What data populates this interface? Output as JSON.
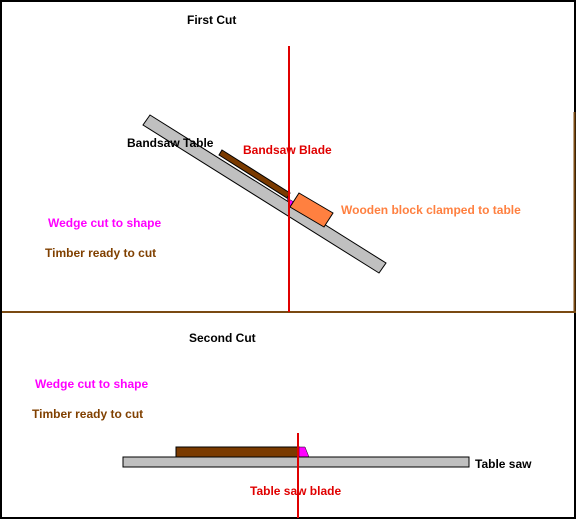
{
  "first_cut": {
    "title": "First Cut",
    "bandsaw_table_label": "Bandsaw Table",
    "bandsaw_blade_label": "Bandsaw Blade",
    "wooden_block_label": "Wooden block clamped to table",
    "wedge_label": "Wedge cut to shape",
    "timber_label": "Timber ready to cut"
  },
  "second_cut": {
    "title": "Second Cut",
    "wedge_label": "Wedge cut to shape",
    "timber_label": "Timber ready to cut",
    "table_saw_label": "Table saw",
    "table_saw_blade_label": "Table saw blade"
  },
  "colors": {
    "border": "#000000",
    "divider": "#7a4a12",
    "blade": "#e00000",
    "timber": "#7a3a00",
    "timber_label": "#804000",
    "wedge": "#ff00ff",
    "block": "#ff8040",
    "table": "#c0c0c0",
    "background": "#ffffff"
  }
}
